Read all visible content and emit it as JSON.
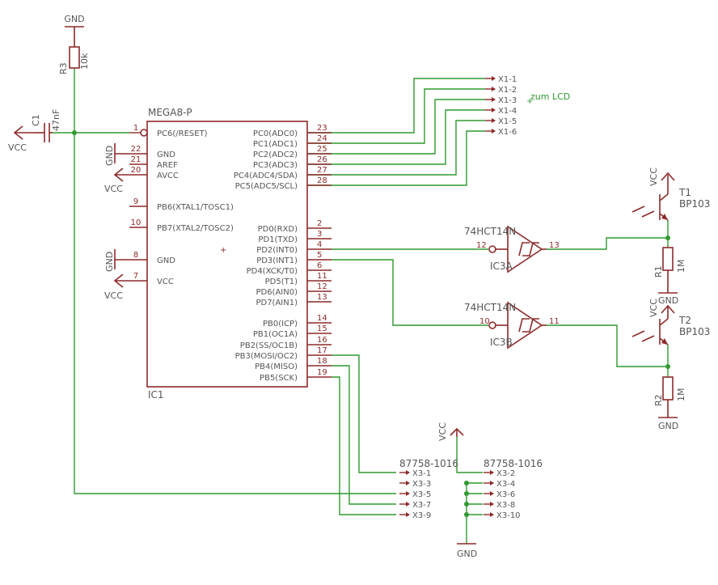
{
  "ic1": {
    "type": "MEGA8-P",
    "name": "IC1",
    "left_pins": [
      {
        "num": "1",
        "label": "PC6(/RESET)"
      },
      {
        "num": "22",
        "label": "GND"
      },
      {
        "num": "21",
        "label": "AREF"
      },
      {
        "num": "20",
        "label": "AVCC"
      },
      {
        "num": "9",
        "label": "PB6(XTAL1/TOSC1)"
      },
      {
        "num": "10",
        "label": "PB7(XTAL2/TOSC2)"
      },
      {
        "num": "8",
        "label": "GND"
      },
      {
        "num": "7",
        "label": "VCC"
      }
    ],
    "right_pins": [
      {
        "num": "23",
        "label": "PC0(ADC0)"
      },
      {
        "num": "24",
        "label": "PC1(ADC1)"
      },
      {
        "num": "25",
        "label": "PC2(ADC2)"
      },
      {
        "num": "26",
        "label": "PC3(ADC3)"
      },
      {
        "num": "27",
        "label": "PC4(ADC4/SDA)"
      },
      {
        "num": "28",
        "label": "PC5(ADC5/SCL)"
      },
      {
        "num": "2",
        "label": "PD0(RXD)"
      },
      {
        "num": "3",
        "label": "PD1(TXD)"
      },
      {
        "num": "4",
        "label": "PD2(INT0)"
      },
      {
        "num": "5",
        "label": "PD3(INT1)"
      },
      {
        "num": "6",
        "label": "PD4(XCK/T0)"
      },
      {
        "num": "11",
        "label": "PD5(T1)"
      },
      {
        "num": "12",
        "label": "PD6(AIN0)"
      },
      {
        "num": "13",
        "label": "PD7(AIN1)"
      },
      {
        "num": "14",
        "label": "PB0(ICP)"
      },
      {
        "num": "15",
        "label": "PB1(OC1A)"
      },
      {
        "num": "16",
        "label": "PB2(SS/OC1B)"
      },
      {
        "num": "17",
        "label": "PB3(MOSI/OC2)"
      },
      {
        "num": "18",
        "label": "PB4(MISO)"
      },
      {
        "num": "19",
        "label": "PB5(SCK)"
      }
    ]
  },
  "r3": {
    "name": "R3",
    "value": "10k"
  },
  "c1": {
    "name": "C1",
    "value": "47nF"
  },
  "r1": {
    "name": "R1",
    "value": "1M"
  },
  "r2": {
    "name": "R2",
    "value": "1M"
  },
  "t1": {
    "name": "T1",
    "value": "BP103"
  },
  "t2": {
    "name": "T2",
    "value": "BP103"
  },
  "ic3a": {
    "type": "74HCT14N",
    "name": "IC3A",
    "in_pin": "12",
    "out_pin": "13"
  },
  "ic3b": {
    "type": "74HCT14N",
    "name": "IC3B",
    "in_pin": "10",
    "out_pin": "11"
  },
  "x1": {
    "pins": [
      "X1-1",
      "X1-2",
      "X1-3",
      "X1-4",
      "X1-5",
      "X1-6"
    ],
    "note": "zum LCD"
  },
  "x3": {
    "left_type": "87758-1016",
    "right_type": "87758-1016",
    "left_pins": [
      "X3-1",
      "X3-3",
      "X3-5",
      "X3-7",
      "X3-9"
    ],
    "right_pins": [
      "X3-2",
      "X3-4",
      "X3-6",
      "X3-8",
      "X3-10"
    ]
  },
  "supply": {
    "gnd": "GND",
    "vcc": "VCC"
  },
  "colors": {
    "part": "#8e2a2a",
    "wire": "#2f9a2f",
    "text": "#555555"
  }
}
